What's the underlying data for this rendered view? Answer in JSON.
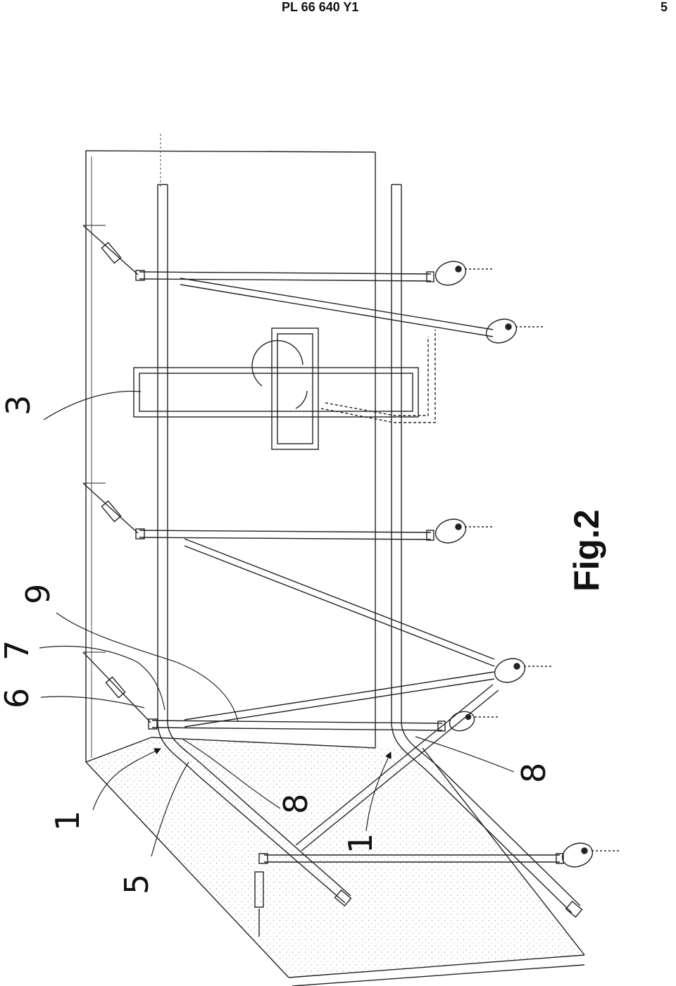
{
  "header": {
    "publication": "PL 66 640 Y1",
    "page_number": "5"
  },
  "figure": {
    "caption": "Fig.2",
    "labels": {
      "l3": "3",
      "l9": "9",
      "l7": "7",
      "l6": "6",
      "l1a": "1",
      "l5": "5",
      "l8a": "8",
      "l1b": "1",
      "l8b": "8"
    }
  }
}
